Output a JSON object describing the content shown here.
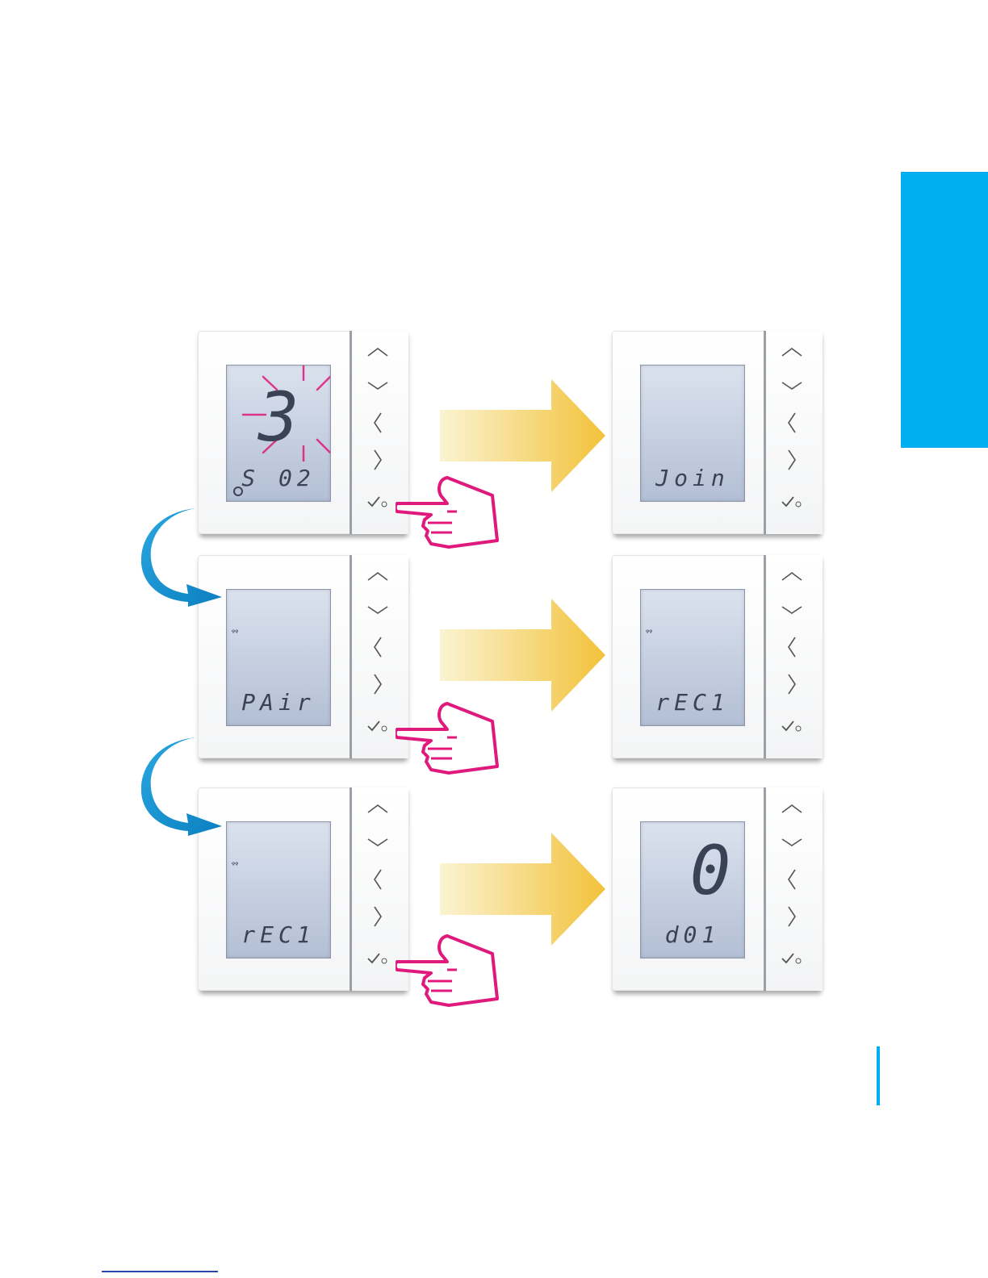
{
  "colors": {
    "accent_blue": "#00aeef",
    "hand_magenta": "#e0197d",
    "lcd_text": "#3a4256",
    "arrow_yellow": "#f2c23a"
  },
  "icons": [
    "up-chevron-icon",
    "down-chevron-icon",
    "left-chevron-icon",
    "right-chevron-icon",
    "confirm-check-icon",
    "pointing-hand-icon",
    "curved-arrow-icon",
    "right-arrow-icon",
    "signal-icon"
  ],
  "devices": {
    "left1": {
      "big_digit": "3",
      "small_text": "S 02"
    },
    "right1": {
      "small_text": "Join"
    },
    "left2": {
      "small_text": "PAir"
    },
    "right2": {
      "small_text": "rEC1"
    },
    "left3": {
      "small_text": "rEC1"
    },
    "right3": {
      "big_digit": "0",
      "small_text": "d01"
    }
  }
}
